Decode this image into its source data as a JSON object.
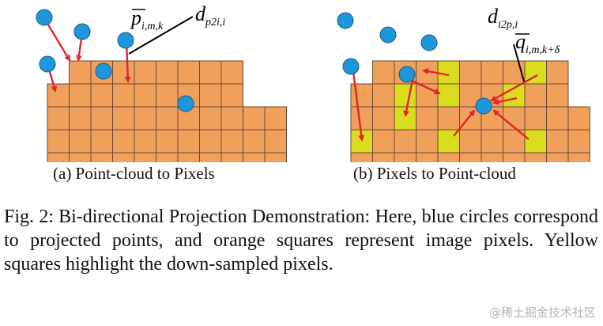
{
  "figure": {
    "colors": {
      "pixel_orange": "#f1a05c",
      "grid_line": "#6a4a33",
      "downsampled_yellow": "#dcdc1e",
      "point_blue": "#1e96dc",
      "arrow_red": "#e0242a"
    },
    "panel_a": {
      "label_p_symbol": "p",
      "label_p_sub": "i,m,k",
      "label_d_symbol": "d",
      "label_d_sub": "p2i,i"
    },
    "panel_b": {
      "label_d_symbol": "d",
      "label_d_sub": "i2p,i",
      "label_q_symbol": "q",
      "label_q_sub": "i,m,k+δ"
    }
  },
  "subcaptions": {
    "a": "(a) Point-cloud to Pixels",
    "b": "(b) Pixels to Point-cloud"
  },
  "caption": {
    "prefix": "Fig. 2:",
    "text": "Bi-directional Projection Demonstration: Here, blue circles correspond to projected points, and orange squares represent image pixels. Yellow squares highlight the down-sampled pixels."
  },
  "watermark": "@稀土掘金技术社区"
}
